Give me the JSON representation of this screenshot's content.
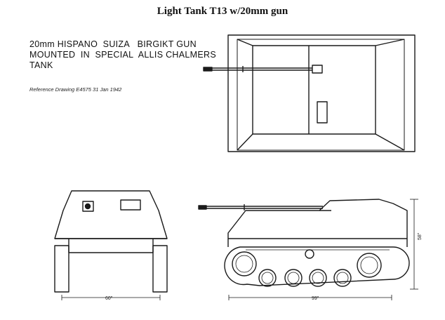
{
  "title": "Light Tank T13 w/20mm gun",
  "caption_lines": [
    "20mm HISPANO  SUIZA   BIRGIKT GUN",
    "MOUNTED  IN  SPECIAL  ALLIS CHALMERS",
    "TANK"
  ],
  "reference": "Reference   Drawing   E4575      31  Jan  1942",
  "dimensions": {
    "front_width": "60\"",
    "side_length": "99\"",
    "side_height": "58\""
  },
  "colors": {
    "line": "#1a1a1a",
    "paper": "#ffffff"
  }
}
